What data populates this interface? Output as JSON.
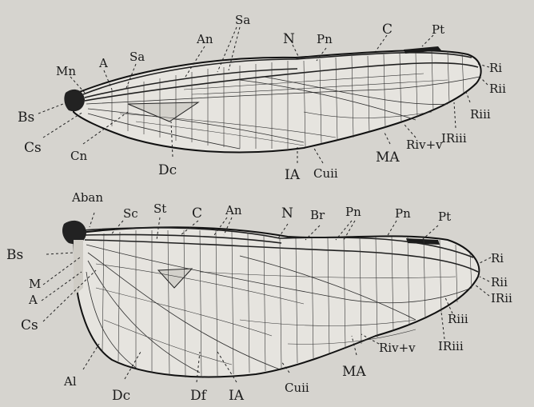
{
  "top_wing": {
    "labels": {
      "bs": "Bs",
      "mn": "Mn",
      "a": "A",
      "sa": "Sa",
      "an": "An",
      "sa2": "Sa",
      "n": "N",
      "pn": "Pn",
      "c": "C",
      "pt": "Pt",
      "ri": "Ri",
      "rii": "Rii",
      "riii": "Riii",
      "iriii": "IRiii",
      "rivv": "Riv+v",
      "ma": "MA",
      "cuii": "Cuii",
      "ia": "IA",
      "dc": "Dc",
      "cn": "Cn",
      "cs": "Cs"
    }
  },
  "bottom_wing": {
    "labels": {
      "aban": "Aban",
      "sc": "Sc",
      "st": "St",
      "c": "C",
      "an": "An",
      "n": "N",
      "br": "Br",
      "pn": "Pn",
      "pn2": "Pn",
      "pt": "Pt",
      "ri": "Ri",
      "rii": "Rii",
      "irii": "IRii",
      "riii": "Riii",
      "iriii": "IRiii",
      "rivv": "Riv+v",
      "ma": "MA",
      "cuii": "Cuii",
      "ia": "IA",
      "df": "Df",
      "dc": "Dc",
      "al": "Al",
      "cs": "Cs",
      "a": "A",
      "m": "M",
      "bs": "Bs"
    }
  },
  "colors": {
    "background": "#d6d4cf",
    "wing_fill": "#e6e4df",
    "ink": "#1a1a1a",
    "pterostigma": "#1b1b1b"
  }
}
